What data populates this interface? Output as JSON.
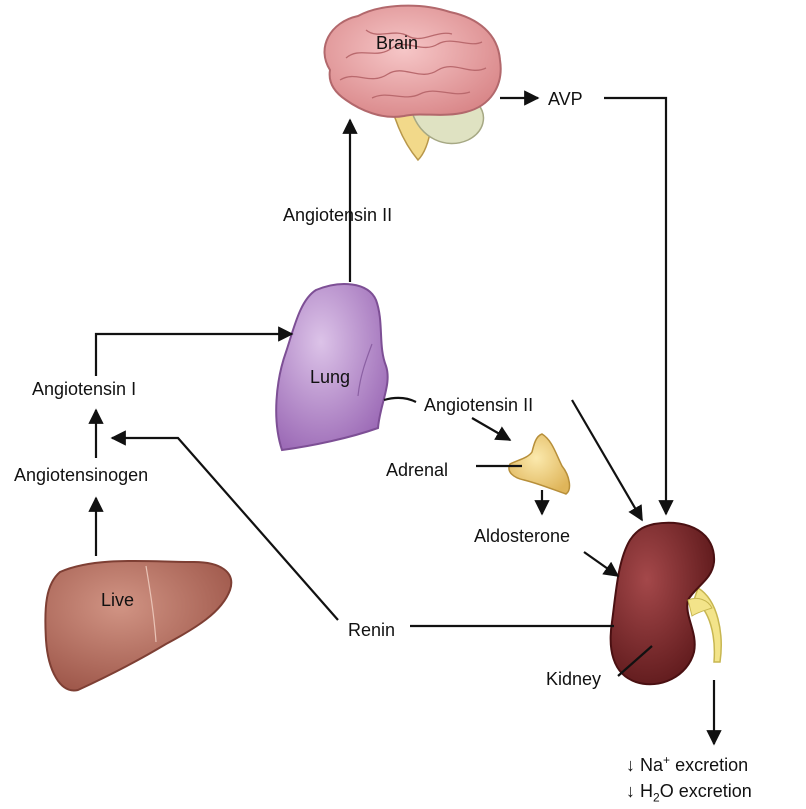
{
  "labels": {
    "brain": "Brain",
    "avp": "AVP",
    "angiotensin_ii_top": "Angiotensin II",
    "lung": "Lung",
    "angiotensin_i": "Angiotensin I",
    "angiotensin_ii_right": "Angiotensin II",
    "angiotensinogen": "Angiotensinogen",
    "adrenal": "Adrenal",
    "aldosterone": "Aldosterone",
    "liver": "Live",
    "renin": "Renin",
    "kidney": "Kidney"
  },
  "outcomes": {
    "na": {
      "arrow": "↓",
      "element": "Na",
      "charge": "+",
      "text": "excretion"
    },
    "h2o": {
      "arrow": "↓",
      "element_a": "H",
      "subscript": "2",
      "element_b": "O",
      "text": "excretion"
    }
  },
  "colors": {
    "brain": "#e8a3a6",
    "brain_stem": "#f2d98a",
    "lung": "#b68cc9",
    "adrenal": "#f0d27a",
    "liver": "#b56a5a",
    "kidney": "#7e2a2c",
    "ureter": "#f3e48a",
    "line": "#111111"
  }
}
